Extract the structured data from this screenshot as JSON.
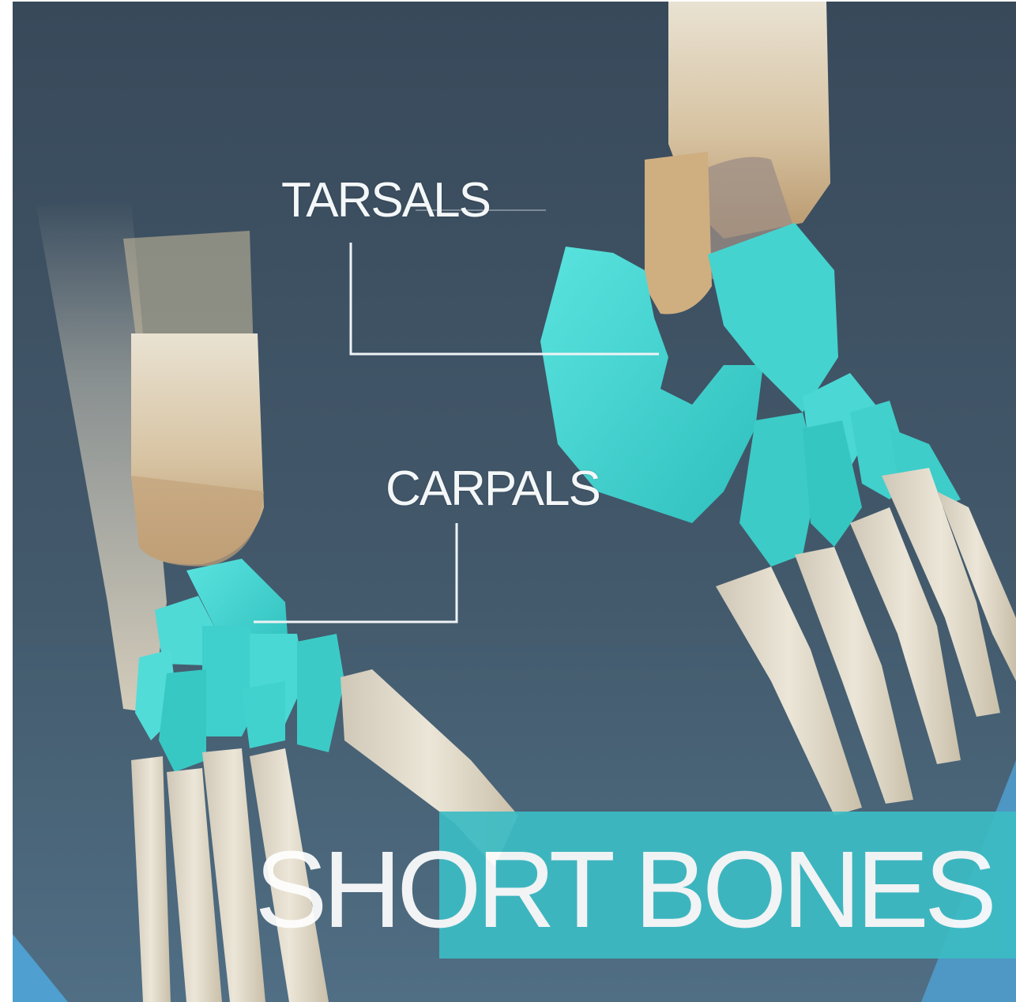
{
  "labels": {
    "tarsals": "TARSALS",
    "carpals": "CARPALS"
  },
  "title": "SHORT BONES",
  "colors": {
    "background_top": "#3a4c5a",
    "background_bottom": "#4d6a80",
    "highlight_bone": "#43d6d3",
    "bone": "#e4dccb",
    "bone_shadow": "#b79a73",
    "banner": "#3cbcc4",
    "text": "#ffffff"
  }
}
